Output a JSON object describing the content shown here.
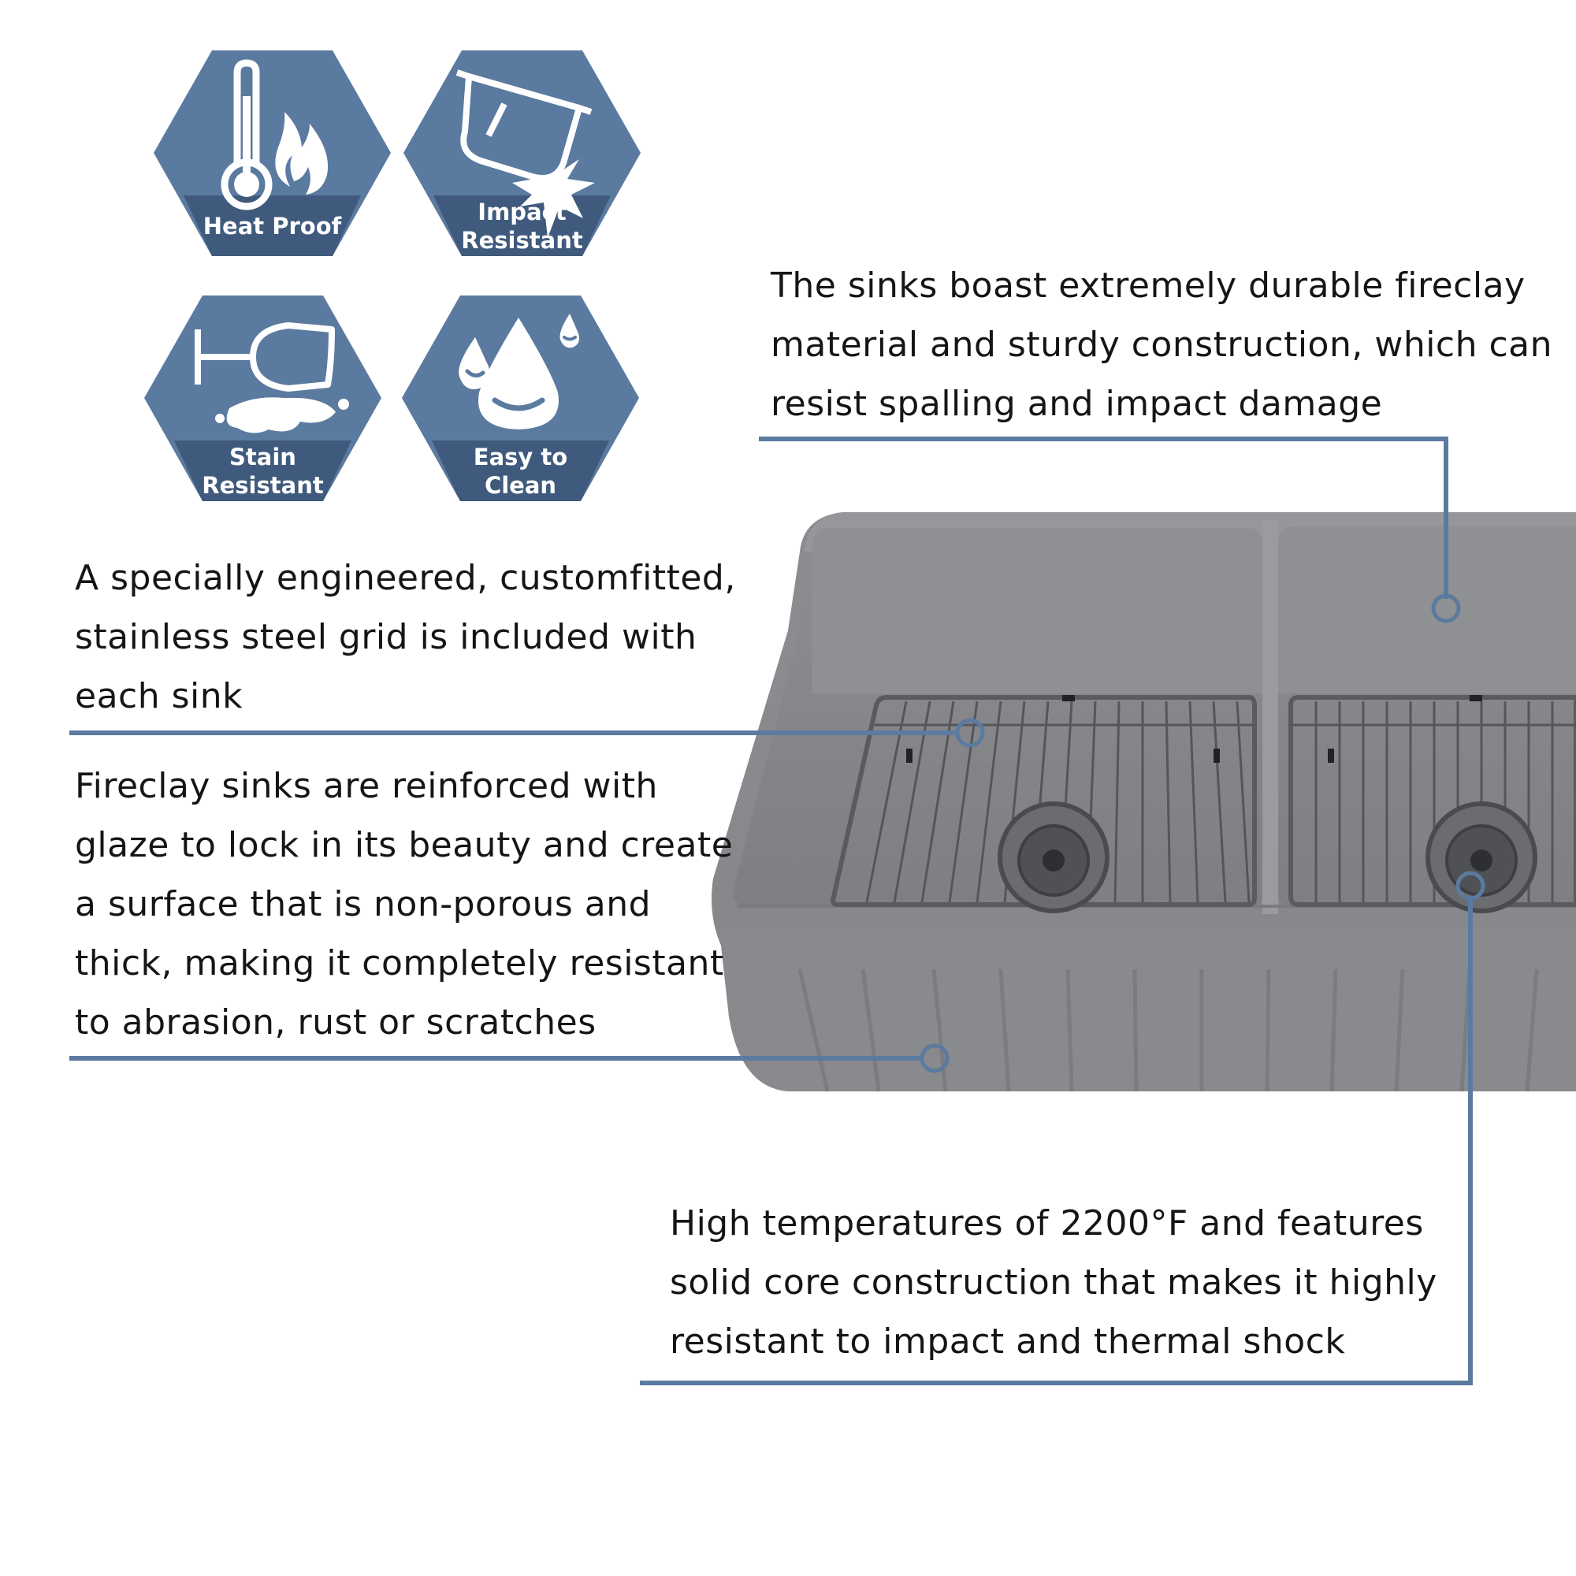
{
  "colors": {
    "badge_fill": "#5b7aa0",
    "badge_band": "#3f5a7c",
    "callout_line": "#5b7aa0",
    "sink_body": "#8a8b8e"
  },
  "badges": [
    {
      "label": "Heat Proof",
      "icon": "thermometer-flame-icon"
    },
    {
      "label": "Impact\nResistant",
      "icon": "pot-impact-icon"
    },
    {
      "label": "Stain\nResistant",
      "icon": "spilled-wine-glass-icon"
    },
    {
      "label": "Easy to\nClean",
      "icon": "water-drops-icon"
    }
  ],
  "callouts": {
    "durable": [
      "The sinks boast extremely durable fireclay",
      "material and sturdy construction, which can",
      "resist spalling and impact damage"
    ],
    "grid": [
      "A specially engineered, customfitted,",
      "stainless steel grid is included with",
      "each sink"
    ],
    "glaze": [
      "Fireclay sinks are reinforced with",
      "glaze to lock in its beauty and create",
      "a surface that is non-porous and",
      "thick, making it completely resistant",
      "to abrasion, rust or scratches"
    ],
    "temperature": [
      "High temperatures of 2200°F and features",
      "solid core construction that makes it highly",
      "resistant to impact and thermal shock"
    ]
  }
}
